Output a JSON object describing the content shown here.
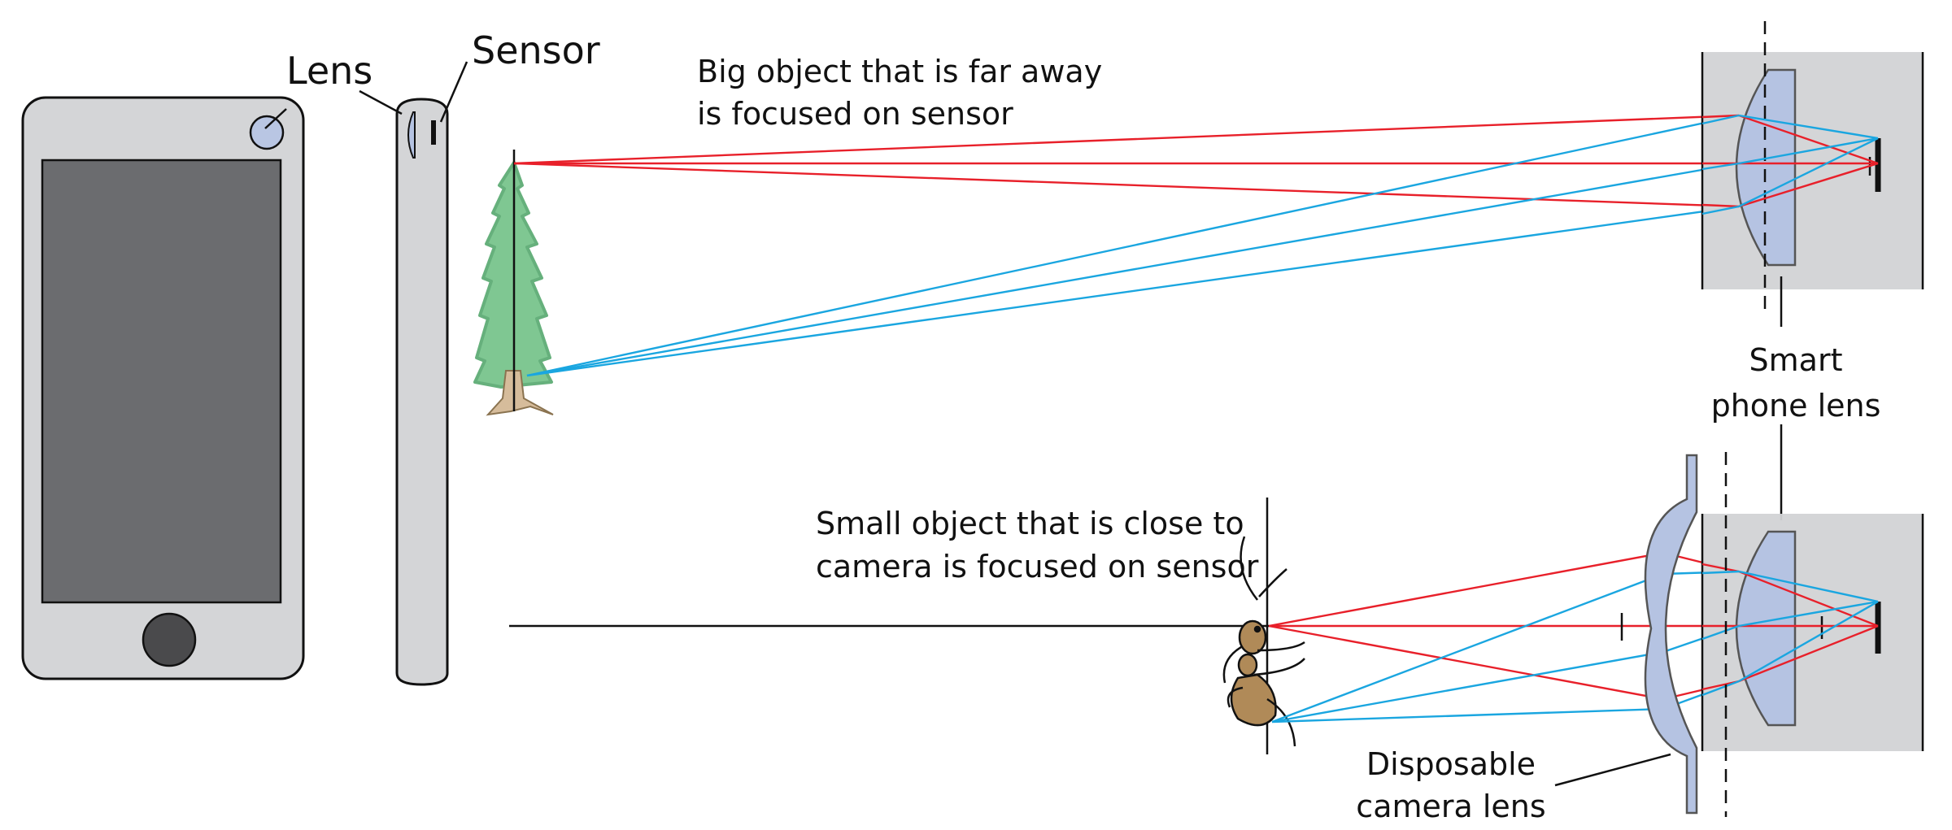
{
  "labels": {
    "lens": "Lens",
    "sensor": "Sensor",
    "far_caption": [
      "Big object that is far away",
      "is focused on sensor"
    ],
    "near_caption": [
      "Small object that is close to",
      "camera is focused on sensor"
    ],
    "phone_lens": [
      "Smart",
      "phone lens"
    ],
    "disposable_lens": [
      "Disposable",
      "camera lens"
    ]
  },
  "colors": {
    "ray_red": "#e8202a",
    "ray_blue": "#1aa6e0",
    "phone_body": "#d4d5d7",
    "phone_screen": "#6b6c6f",
    "home_button": "#4a4a4c",
    "camera_dot": "#b9c6e3",
    "lens_fill": "#b5c3e2",
    "housing_fill": "#d2d3d5",
    "tree_green": "#7fc792",
    "tree_trunk": "#d6bc9b",
    "ant_brown": "#b08a58",
    "outline": "#111111"
  },
  "icons": {
    "tree": "tree-icon",
    "ant": "ant-icon",
    "phone": "smartphone-icon"
  }
}
